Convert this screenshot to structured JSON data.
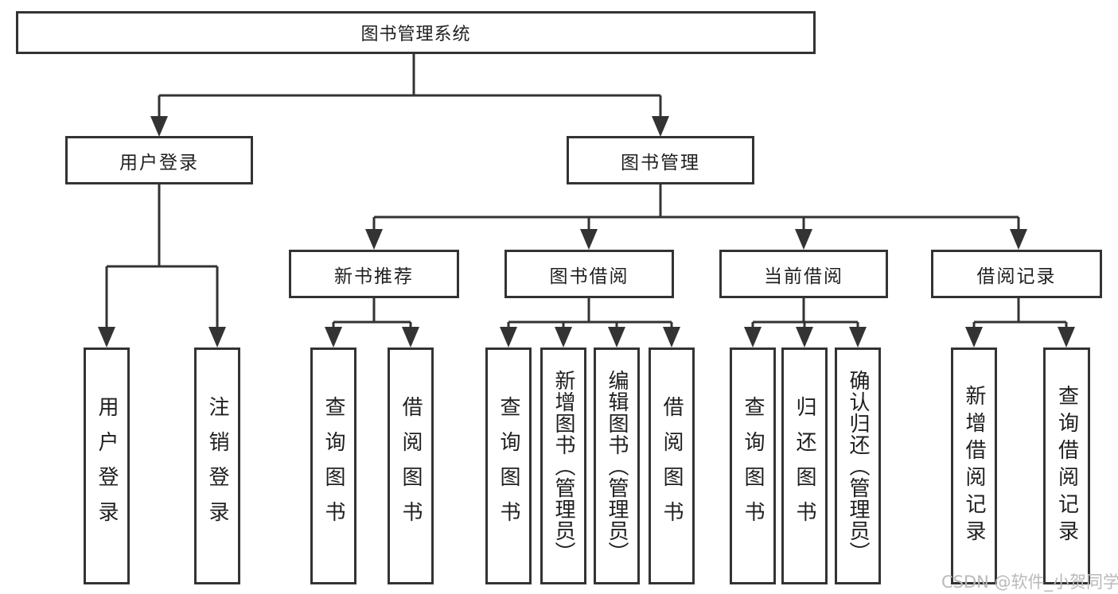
{
  "diagram": {
    "title": "图书管理系统",
    "root": {
      "label": "图书管理系统"
    },
    "level2": {
      "user_login": {
        "label": "用户登录"
      },
      "book_management": {
        "label": "图书管理"
      }
    },
    "level3": {
      "new_book_recommend": {
        "label": "新书推荐"
      },
      "book_borrow": {
        "label": "图书借阅"
      },
      "current_borrow": {
        "label": "当前借阅"
      },
      "borrow_records": {
        "label": "借阅记录"
      }
    },
    "leaves": {
      "user_login": [
        "用户登录",
        "注销登录"
      ],
      "new_book_recommend": [
        "查询图书",
        "借阅图书"
      ],
      "book_borrow": [
        "查询图书",
        "新增图书（管理员）",
        "编辑图书（管理员）",
        "借阅图书"
      ],
      "current_borrow": [
        "查询图书",
        "归还图书",
        "确认归还（管理员）"
      ],
      "borrow_records": [
        "新增借阅记录",
        "查询借阅记录"
      ]
    },
    "colors": {
      "line": "#333333",
      "text": "#1f1f1f",
      "watermark": "#b9b9b9",
      "background": "#ffffff"
    },
    "watermark": "CSDN @软件_小贺同学"
  }
}
